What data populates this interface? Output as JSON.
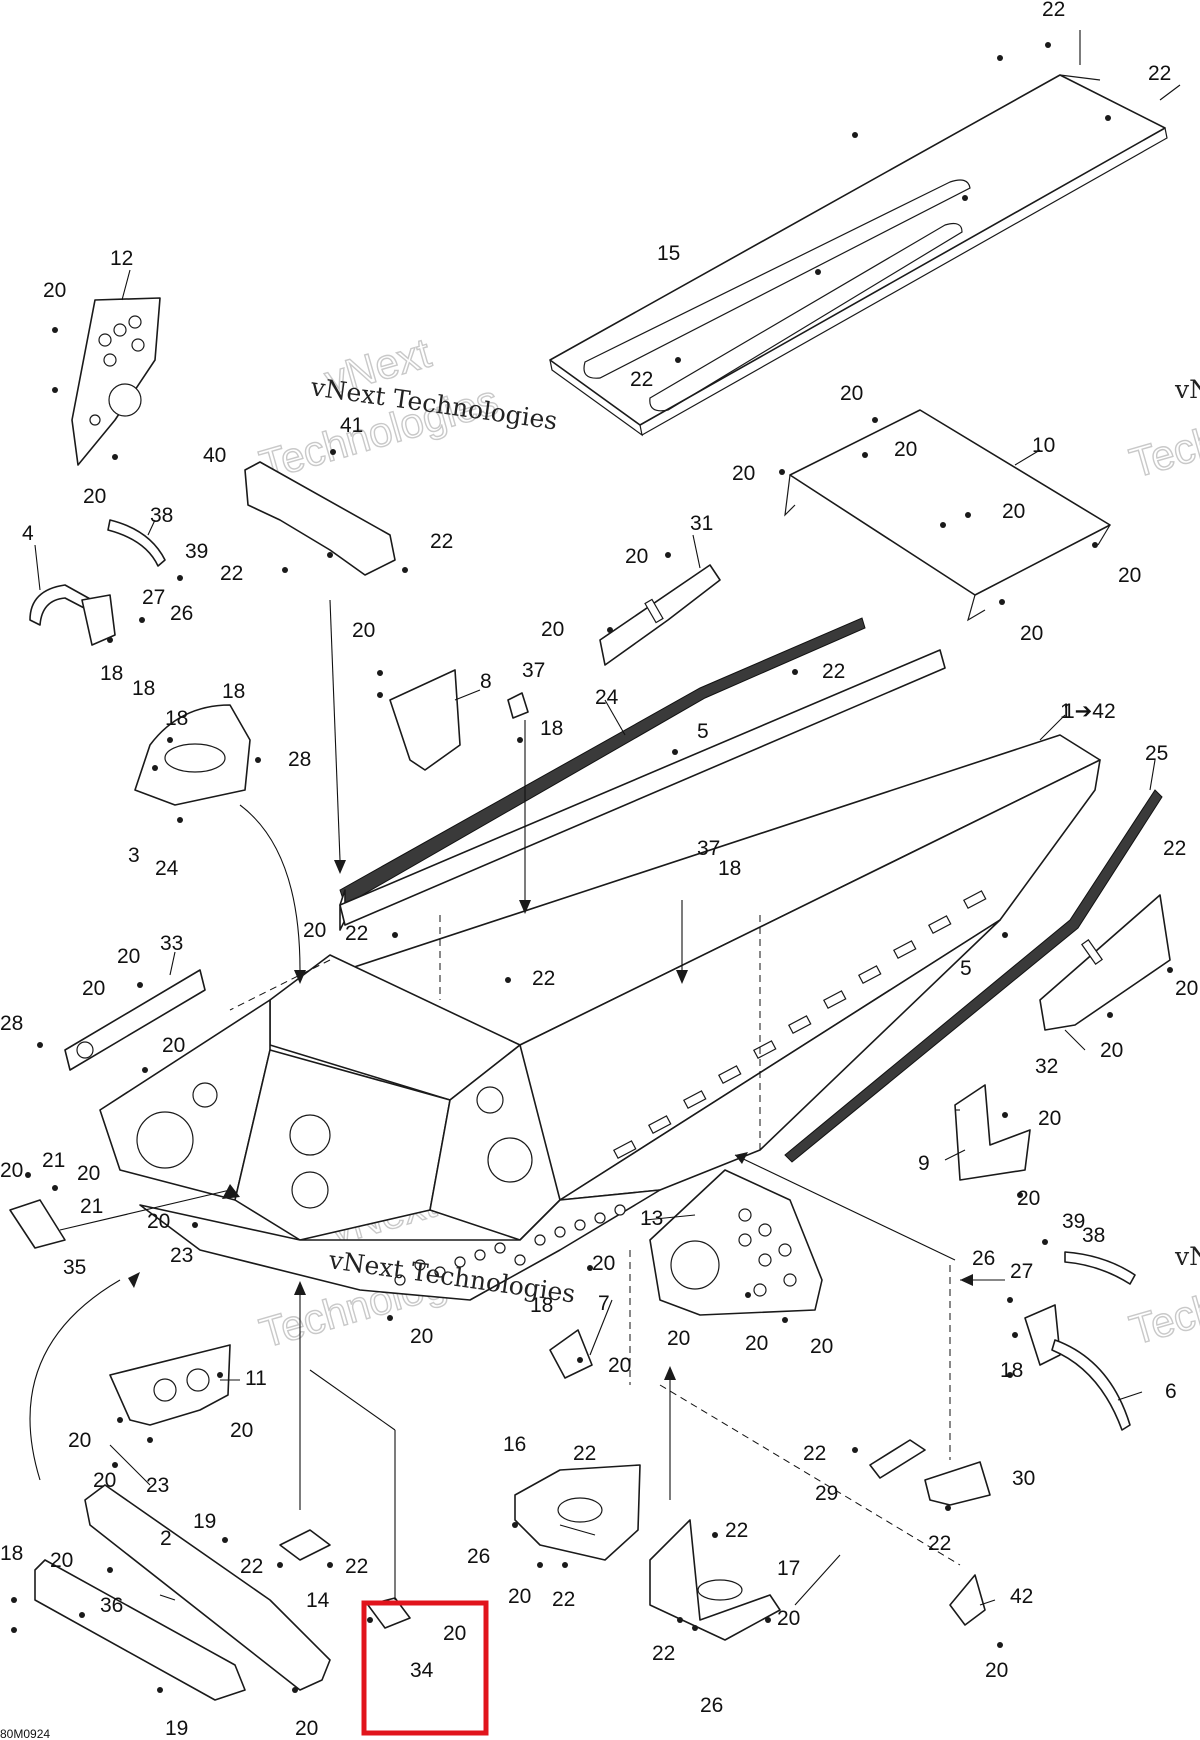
{
  "diagram": {
    "drawing_code": "80M0924",
    "assembly_callout": "1➔42",
    "watermark": {
      "line1": "vNext Technologies",
      "line2": "vNext",
      "line3": "Technologies"
    },
    "highlight_colour": "#e1141c",
    "highlighted_part": "34"
  },
  "parts": [
    "1",
    "2",
    "3",
    "4",
    "5",
    "6",
    "7",
    "8",
    "9",
    "10",
    "11",
    "12",
    "13",
    "14",
    "15",
    "16",
    "17",
    "18",
    "19",
    "20",
    "21",
    "22",
    "23",
    "24",
    "25",
    "26",
    "27",
    "28",
    "29",
    "30",
    "31",
    "32",
    "33",
    "34",
    "35",
    "36",
    "37",
    "38",
    "39",
    "40",
    "41",
    "42"
  ]
}
